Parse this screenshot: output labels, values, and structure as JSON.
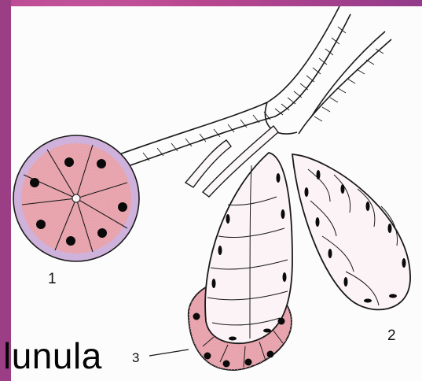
{
  "labels": {
    "one": "1",
    "two": "2",
    "three": "3"
  },
  "caption_word": "lunula",
  "colors": {
    "background": "#c0549e",
    "cell_pink": "#e8a0aa",
    "lumen_lilac": "#cfb2dc",
    "nucleus": "#0a0a0a",
    "ink": "#1a1a1a"
  }
}
